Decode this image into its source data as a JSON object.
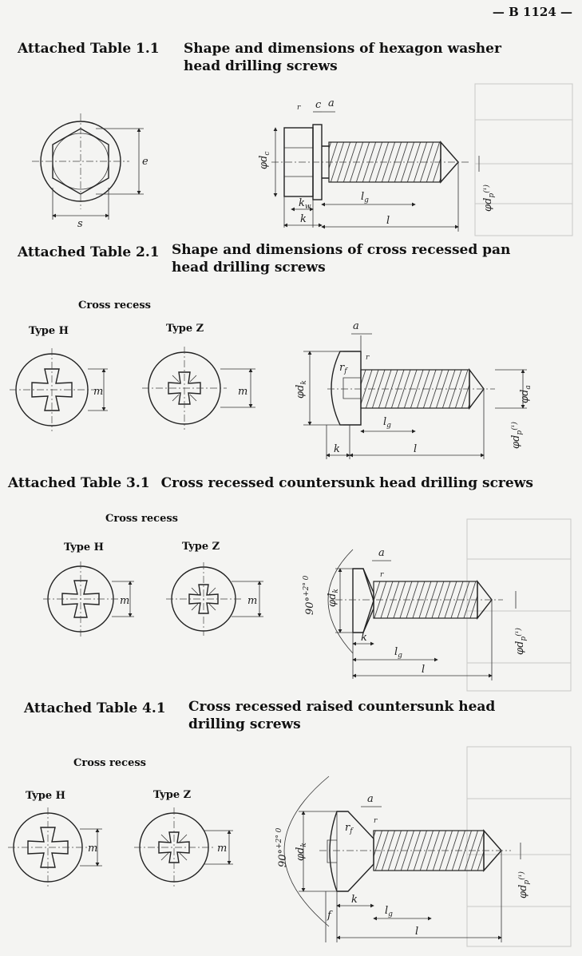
{
  "page_header": "— B 1124 —",
  "tables": [
    {
      "number": "Attached Table 1.1",
      "title_line1": "Shape and dimensions of hexagon washer",
      "title_line2": "head drilling screws"
    },
    {
      "number": "Attached Table 2.1",
      "title_line1": "Shape and dimensions of cross recessed pan",
      "title_line2": "head drilling screws",
      "recess_label": "Cross recess",
      "type_h": "Type H",
      "type_z": "Type Z"
    },
    {
      "number": "Attached Table 3.1",
      "title_line1": "Cross recessed countersunk head drilling screws",
      "recess_label": "Cross recess",
      "type_h": "Type H",
      "type_z": "Type Z"
    },
    {
      "number": "Attached Table 4.1",
      "title_line1": "Cross recessed raised countersunk head",
      "title_line2": "drilling screws",
      "recess_label": "Cross recess",
      "type_h": "Type H",
      "type_z": "Type Z"
    }
  ],
  "dim_labels": {
    "s": "s",
    "e": "e",
    "c": "c",
    "a": "a",
    "r": "r",
    "dc": "φd",
    "dc_sub": "c",
    "kw": "k",
    "kw_sub": "w",
    "k": "k",
    "lg": "l",
    "lg_sub": "g",
    "l": "l",
    "dp": "φd",
    "dp_sub": "p",
    "dp_note": "(¹)",
    "dk": "φd",
    "dk_sub": "k",
    "da": "φd",
    "da_sub": "a",
    "m": "m",
    "rf": "r",
    "rf_sub": "f",
    "f": "f",
    "angle": "90°",
    "angle_tol": "+2° 0"
  }
}
